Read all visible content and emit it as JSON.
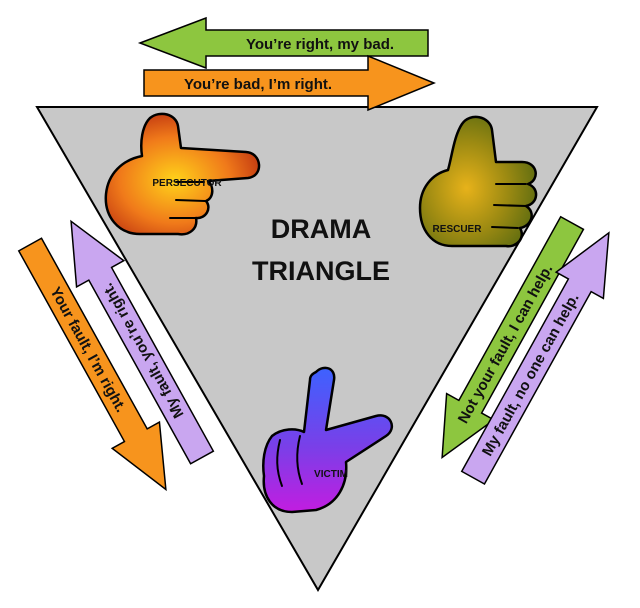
{
  "title": {
    "line1": "DRAMA",
    "line2": "TRIANGLE"
  },
  "roles": {
    "persecutor": "PERSECUTOR",
    "rescuer": "RESCUER",
    "victim": "VICTIM"
  },
  "arrows": {
    "top_left": "You’re right, my bad.",
    "top_right": "You’re bad, I’m right.",
    "left_outer": "Your fault, I’m right.",
    "left_inner": "My fault, you’re right.",
    "right_inner": "Not your fault, I can help.",
    "right_outer": "My fault, no one can help."
  },
  "colors": {
    "triangle_fill": "#c8c8c8",
    "green": "#8dc63f",
    "orange": "#f7941d",
    "purple": "#c9a6f0",
    "persecutor_hand": "#e0541c",
    "rescuer_hand": "#8a8a1a",
    "victim_hand": "#6a4be0"
  },
  "icons": {
    "persecutor": "pointing-hand-icon",
    "rescuer": "thumbs-up-hand-icon",
    "victim": "l-hand-icon"
  }
}
